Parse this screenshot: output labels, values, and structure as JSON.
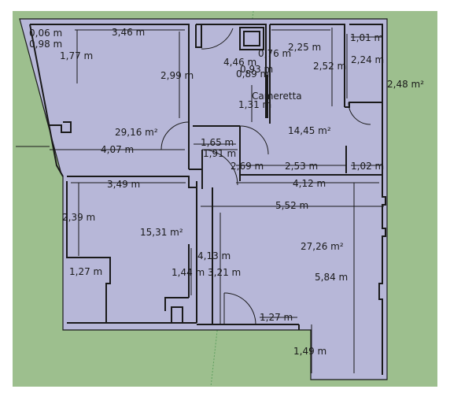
{
  "colors": {
    "frame": "#ffffff",
    "ground": "#9dbf8e",
    "floor": "#b7b7d8",
    "wall": "#1a1a1a",
    "dim": "#1a1a1a",
    "axis": "#5fa05f"
  },
  "room_labels": {
    "room_big_nw": "29,16 m²",
    "room_center_e": "14,45 m²",
    "room_sw": "15,31 m²",
    "room_se": "27,26 m²",
    "room_ne_small": "2,48 m²",
    "cameretta": "Cameretta"
  },
  "dimensions": {
    "d_0_06": "0,06 m",
    "d_0_98": "0,98 m",
    "d_3_46": "3,46 m",
    "d_1_77": "1,77 m",
    "d_2_99": "2,99 m",
    "d_4_46": "4,46 m",
    "d_0_76": "0,76 m",
    "d_0_93": "0,93 m",
    "d_0_89": "0,89 m",
    "d_2_25": "2,25 m",
    "d_1_01": "1,01 m",
    "d_2_52": "2,52 m",
    "d_2_24": "2,24 m",
    "d_1_31": "1,31 m",
    "d_4_07": "4,07 m",
    "d_1_65": "1,65 m",
    "d_1_91": "1,91 m",
    "d_2_69": "2,69 m",
    "d_2_53": "2,53 m",
    "d_1_02": "1,02 m",
    "d_3_49": "3,49 m",
    "d_4_12": "4,12 m",
    "d_2_39": "2,39 m",
    "d_5_52": "5,52 m",
    "d_4_13": "4,13 m",
    "d_1_27_w": "1,27 m",
    "d_1_44": "1,44 m",
    "d_3_21": "3,21 m",
    "d_5_84": "5,84 m",
    "d_1_27_s": "1,27 m",
    "d_1_49": "1,49 m"
  }
}
